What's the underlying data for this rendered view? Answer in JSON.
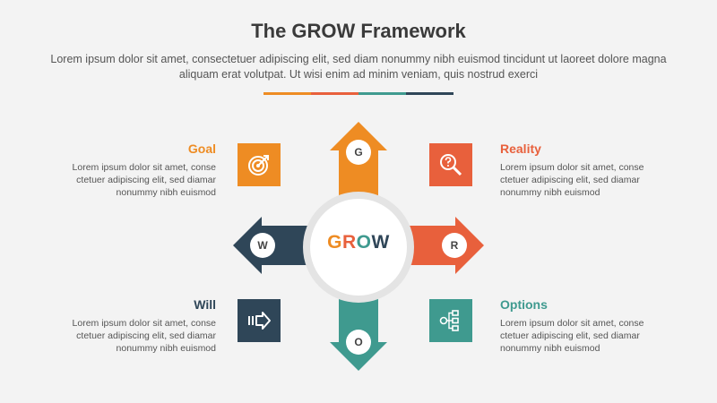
{
  "title": "The GROW Framework",
  "intro": "Lorem ipsum dolor sit amet, consectetuer adipiscing elit, sed diam nonummy nibh euismod tincidunt ut laoreet dolore magna aliquam erat volutpat. Ut wisi enim ad minim veniam, quis nostrud exerci",
  "colors": {
    "goal": "#ee8c23",
    "reality": "#e8603c",
    "options": "#3f9a8f",
    "will": "#2f4658",
    "center_ring": "#e2e2e2"
  },
  "center": {
    "g": "G",
    "r": "R",
    "o": "O",
    "w": "W"
  },
  "arrows": {
    "up": {
      "letter": "G"
    },
    "right": {
      "letter": "R"
    },
    "down": {
      "letter": "O"
    },
    "left": {
      "letter": "W"
    }
  },
  "sections": {
    "goal": {
      "heading": "Goal",
      "text": "Lorem ipsum dolor sit amet, conse ctetuer adipiscing elit, sed diamar nonummy nibh euismod",
      "icon": "target-icon"
    },
    "reality": {
      "heading": "Reality",
      "text": "Lorem ipsum dolor sit amet, conse ctetuer adipiscing elit, sed diamar nonummy nibh euismod",
      "icon": "magnifier-question-icon"
    },
    "will": {
      "heading": "Will",
      "text": "Lorem ipsum dolor sit amet, conse ctetuer adipiscing elit, sed diamar nonummy nibh euismod",
      "icon": "arrow-forward-icon"
    },
    "options": {
      "heading": "Options",
      "text": "Lorem ipsum dolor sit amet, conse ctetuer adipiscing elit, sed diamar nonummy nibh euismod",
      "icon": "decision-tree-icon"
    }
  }
}
